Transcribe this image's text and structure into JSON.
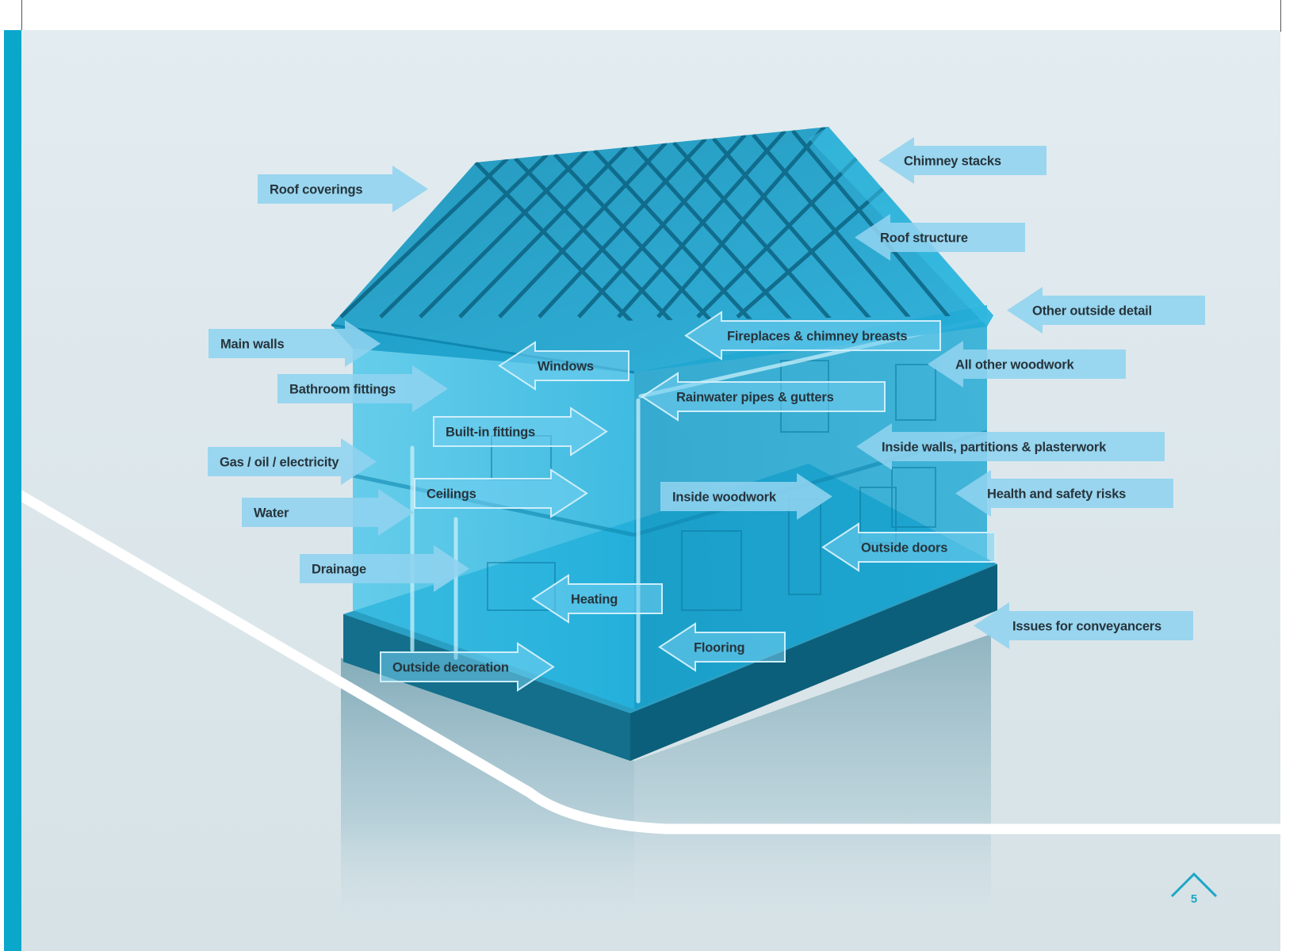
{
  "labels": [
    {
      "id": "roof-coverings",
      "text": "Roof coverings",
      "dir": "right",
      "style": "solid"
    },
    {
      "id": "chimney-stacks",
      "text": "Chimney stacks",
      "dir": "left",
      "style": "solid"
    },
    {
      "id": "roof-structure",
      "text": "Roof structure",
      "dir": "left",
      "style": "solid"
    },
    {
      "id": "other-outside-detail",
      "text": "Other outside detail",
      "dir": "left",
      "style": "solid"
    },
    {
      "id": "main-walls",
      "text": "Main walls",
      "dir": "right",
      "style": "solid"
    },
    {
      "id": "fireplaces",
      "text": "Fireplaces & chimney breasts",
      "dir": "left",
      "style": "ghost"
    },
    {
      "id": "windows",
      "text": "Windows",
      "dir": "left",
      "style": "ghost"
    },
    {
      "id": "all-other-woodwork",
      "text": "All other woodwork",
      "dir": "left",
      "style": "solid"
    },
    {
      "id": "bathroom-fittings",
      "text": "Bathroom fittings",
      "dir": "right",
      "style": "solid"
    },
    {
      "id": "rainwater",
      "text": "Rainwater pipes & gutters",
      "dir": "left",
      "style": "ghost"
    },
    {
      "id": "built-in-fittings",
      "text": "Built-in fittings",
      "dir": "right",
      "style": "ghost"
    },
    {
      "id": "inside-walls",
      "text": "Inside walls, partitions & plasterwork",
      "dir": "left",
      "style": "solid"
    },
    {
      "id": "gas-oil-electricity",
      "text": "Gas / oil / electricity",
      "dir": "right",
      "style": "solid"
    },
    {
      "id": "ceilings",
      "text": "Ceilings",
      "dir": "right",
      "style": "ghost"
    },
    {
      "id": "inside-woodwork",
      "text": "Inside woodwork",
      "dir": "right",
      "style": "solid"
    },
    {
      "id": "health-safety",
      "text": "Health and safety risks",
      "dir": "left",
      "style": "solid"
    },
    {
      "id": "water",
      "text": "Water",
      "dir": "right",
      "style": "solid"
    },
    {
      "id": "outside-doors",
      "text": "Outside doors",
      "dir": "left",
      "style": "ghost"
    },
    {
      "id": "drainage",
      "text": "Drainage",
      "dir": "right",
      "style": "solid"
    },
    {
      "id": "heating",
      "text": "Heating",
      "dir": "left",
      "style": "ghost"
    },
    {
      "id": "issues-conveyancers",
      "text": "Issues for conveyancers",
      "dir": "left",
      "style": "solid"
    },
    {
      "id": "flooring",
      "text": "Flooring",
      "dir": "left",
      "style": "ghost"
    },
    {
      "id": "outside-decoration",
      "text": "Outside decoration",
      "dir": "right",
      "style": "ghost"
    }
  ],
  "page_number": "5",
  "colors": {
    "background": "#dde8ec",
    "side_bar": "#0aa7cb",
    "house": "#1fb6e0",
    "arrow": "#8fd3ef",
    "label_text": "#26343c",
    "page_number": "#1aa6c6"
  }
}
